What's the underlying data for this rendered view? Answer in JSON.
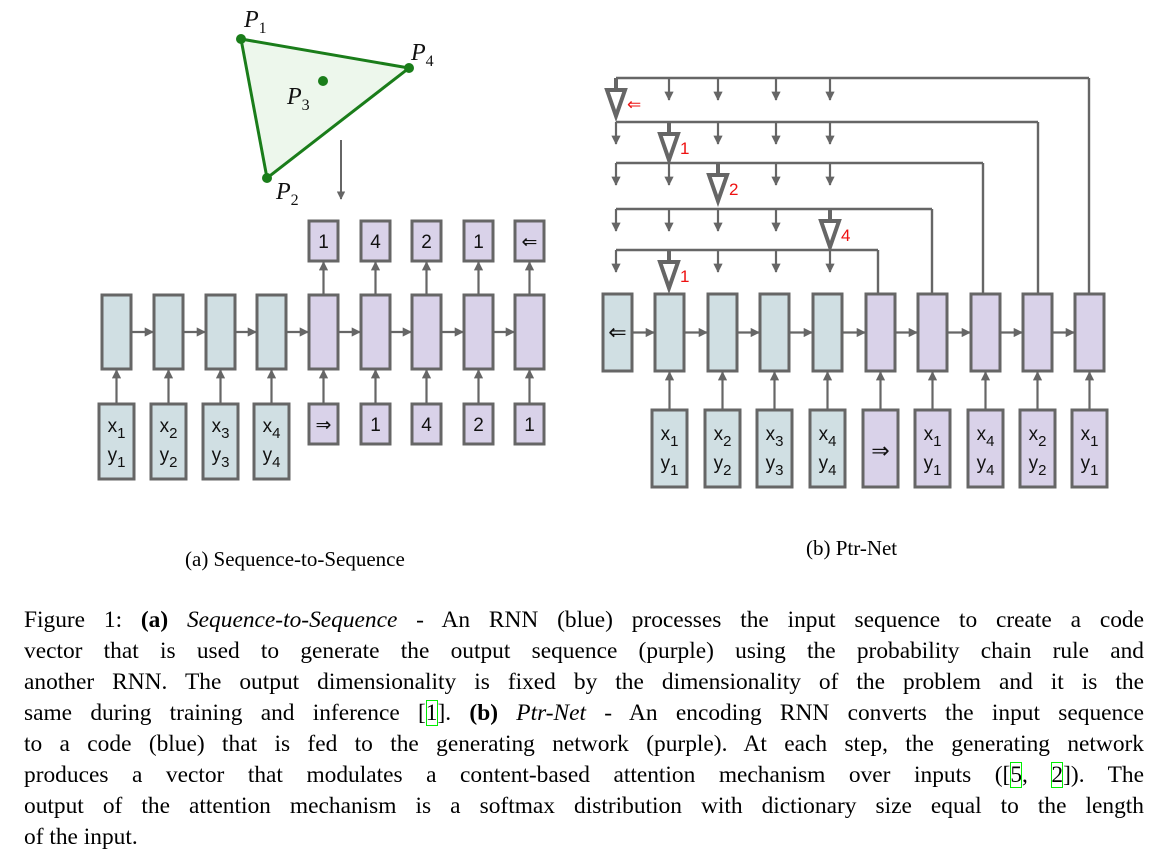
{
  "colors": {
    "encoder_fill": "#d0dfe3",
    "decoder_fill": "#d9d2e9",
    "stroke": "#666666",
    "triangle_fill": "#edf7ec",
    "triangle_stroke": "#1a7d1a",
    "pointer_label": "#ee1111",
    "citation_box": "#00ee00"
  },
  "triangle": {
    "points": [
      {
        "name": "P",
        "sub": "1"
      },
      {
        "name": "P",
        "sub": "2"
      },
      {
        "name": "P",
        "sub": "3"
      },
      {
        "name": "P",
        "sub": "4"
      }
    ]
  },
  "seq2seq": {
    "caption": "(a) Sequence-to-Sequence",
    "inputs": [
      {
        "x": "x",
        "xs": "1",
        "y": "y",
        "ys": "1"
      },
      {
        "x": "x",
        "xs": "2",
        "y": "y",
        "ys": "2"
      },
      {
        "x": "x",
        "xs": "3",
        "y": "y",
        "ys": "3"
      },
      {
        "x": "x",
        "xs": "4",
        "y": "y",
        "ys": "4"
      }
    ],
    "decoder_inputs": [
      "⇒",
      "1",
      "4",
      "2",
      "1"
    ],
    "outputs": [
      "1",
      "4",
      "2",
      "1",
      "⇐"
    ]
  },
  "ptrnet": {
    "caption": "(b) Ptr-Net",
    "end_token": "⇐",
    "start_token": "⇒",
    "encoder_inputs": [
      {
        "x": "x",
        "xs": "1",
        "y": "y",
        "ys": "1"
      },
      {
        "x": "x",
        "xs": "2",
        "y": "y",
        "ys": "2"
      },
      {
        "x": "x",
        "xs": "3",
        "y": "y",
        "ys": "3"
      },
      {
        "x": "x",
        "xs": "4",
        "y": "y",
        "ys": "4"
      }
    ],
    "decoder_inputs": [
      {
        "x": "x",
        "xs": "1",
        "y": "y",
        "ys": "1"
      },
      {
        "x": "x",
        "xs": "4",
        "y": "y",
        "ys": "4"
      },
      {
        "x": "x",
        "xs": "2",
        "y": "y",
        "ys": "2"
      },
      {
        "x": "x",
        "xs": "1",
        "y": "y",
        "ys": "1"
      }
    ],
    "pointer_steps": [
      {
        "selected_index": 0,
        "label": "⇐"
      },
      {
        "selected_index": 1,
        "label": "1"
      },
      {
        "selected_index": 2,
        "label": "2"
      },
      {
        "selected_index": 4,
        "label": "4"
      },
      {
        "selected_index": 1,
        "label": "1"
      }
    ]
  },
  "caption": {
    "lines": [
      [
        {
          "t": "Figure 1: ",
          "s": ""
        },
        {
          "t": "(a)",
          "s": "b"
        },
        {
          "t": " ",
          "s": ""
        },
        {
          "t": "Sequence-to-Sequence",
          "s": "i"
        },
        {
          "t": " - An RNN (blue) processes the input sequence to create a code",
          "s": ""
        }
      ],
      [
        {
          "t": "vector that is used to generate the output sequence (purple) using the probability chain rule and",
          "s": ""
        }
      ],
      [
        {
          "t": "another RNN. The output dimensionality is fixed by the dimensionality of the problem and it is the",
          "s": ""
        }
      ],
      [
        {
          "t": "same during training and inference [",
          "s": ""
        },
        {
          "t": "1",
          "s": "cite"
        },
        {
          "t": "]. ",
          "s": ""
        },
        {
          "t": "(b)",
          "s": "b"
        },
        {
          "t": " ",
          "s": ""
        },
        {
          "t": "Ptr-Net",
          "s": "i"
        },
        {
          "t": " - An encoding RNN converts the input sequence",
          "s": ""
        }
      ],
      [
        {
          "t": "to a code (blue) that is fed to the generating network (purple). At each step, the generating network",
          "s": ""
        }
      ],
      [
        {
          "t": "produces a vector that modulates a content-based attention mechanism over inputs ([",
          "s": ""
        },
        {
          "t": "5",
          "s": "cite"
        },
        {
          "t": ", ",
          "s": ""
        },
        {
          "t": "2",
          "s": "cite"
        },
        {
          "t": "]).  The",
          "s": ""
        }
      ],
      [
        {
          "t": "output of the attention mechanism is a softmax distribution with dictionary size equal to the length",
          "s": ""
        }
      ],
      [
        {
          "t": "of the input.",
          "s": ""
        }
      ]
    ]
  }
}
